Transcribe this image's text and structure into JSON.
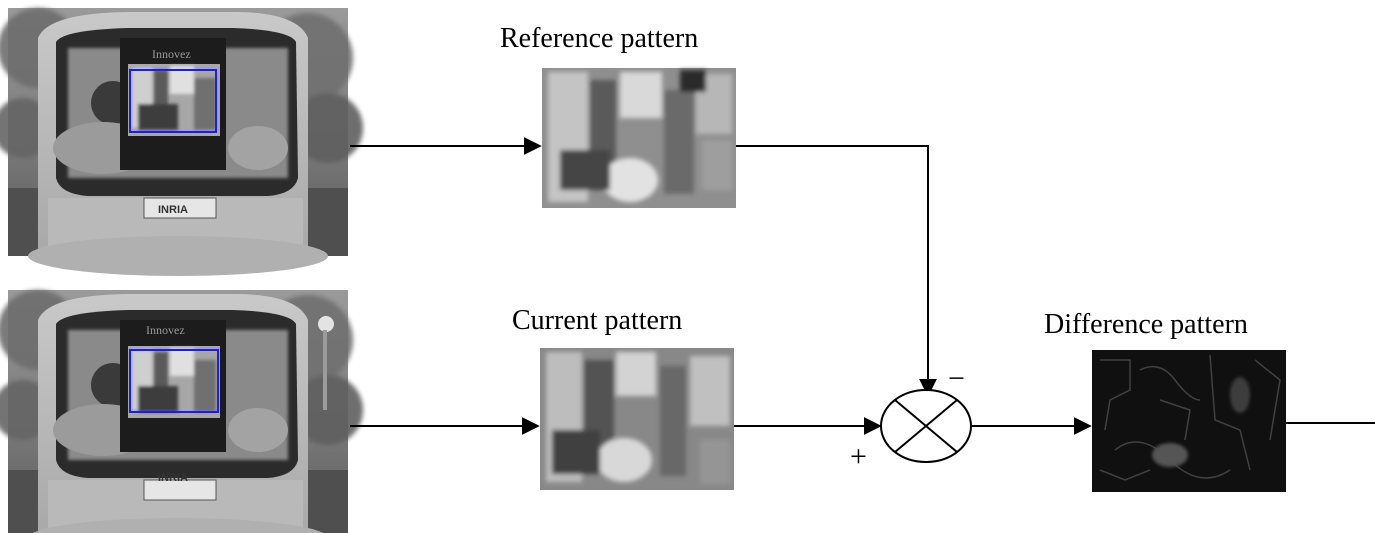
{
  "labels": {
    "reference_pattern": "Reference pattern",
    "current_pattern": "Current pattern",
    "difference_pattern": "Difference pattern"
  },
  "operator": {
    "minus_sign": "−",
    "plus_sign": "+"
  },
  "camera_frames": {
    "screen_caption": "Innovez",
    "vehicle_logo": "INRIA"
  },
  "colors": {
    "tracking_box": "#1a1aff",
    "wire": "#000000",
    "background": "#ffffff"
  }
}
